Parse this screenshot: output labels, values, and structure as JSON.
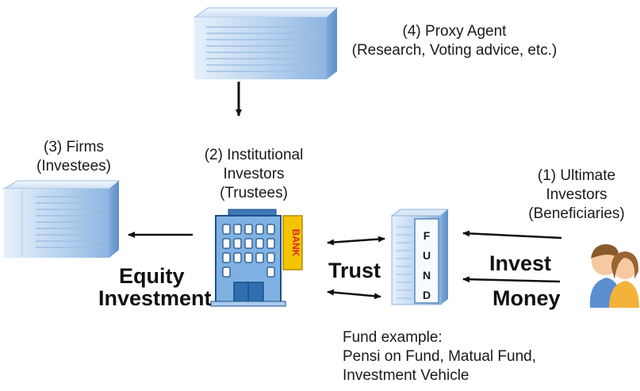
{
  "nodes": {
    "proxy_agent": {
      "lines": [
        "(4) Proxy Agent",
        "(Research, Voting advice, etc.)"
      ]
    },
    "firms": {
      "lines": [
        "(3) Firms",
        "(Investees)"
      ]
    },
    "institutional": {
      "lines": [
        "(2) Institutional",
        "Investors",
        "(Trustees)"
      ]
    },
    "ultimate": {
      "lines": [
        "(1) Ultimate",
        "Investors",
        "(Beneficiaries)"
      ]
    },
    "fund_example": {
      "lines": [
        "Fund example:",
        "Pensi on Fund, Matual Fund,",
        "Investment Vehicle"
      ]
    }
  },
  "flows": {
    "equity_investment": [
      "Equity",
      "Investment"
    ],
    "trust": "Trust",
    "invest_money": [
      "Invest",
      "Money"
    ]
  },
  "signs": {
    "bank": "BANK",
    "fund_letters": [
      "F",
      "U",
      "N",
      "D"
    ]
  },
  "colors": {
    "building_light": "#cfe2f5",
    "building_mid": "#9fc3e8",
    "building_dark": "#6f9fd6",
    "bank_sign": "#f5c400",
    "bank_text": "#d8262c"
  }
}
